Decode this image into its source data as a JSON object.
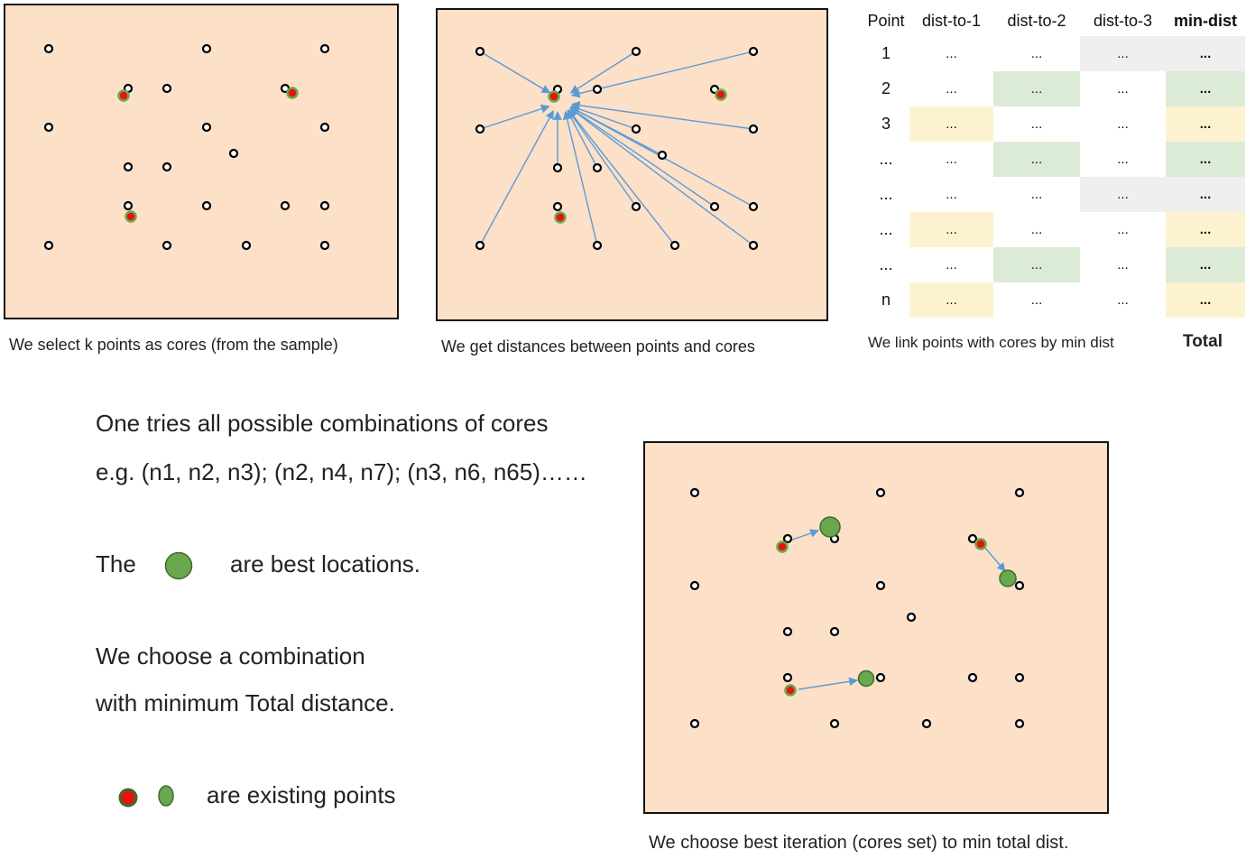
{
  "panels": {
    "panel1": {
      "caption": "We select k points as cores (from the sample)"
    },
    "panel2": {
      "caption": "We get distances between points and cores"
    },
    "panel4": {
      "caption": "We choose best iteration (cores set) to min total dist."
    }
  },
  "table": {
    "headers": [
      "Point",
      "dist-to-1",
      "dist-to-2",
      "dist-to-3",
      "min-dist"
    ],
    "rows": [
      {
        "label": "1",
        "cells": [
          "...",
          "...",
          "...",
          "..."
        ]
      },
      {
        "label": "2",
        "cells": [
          "...",
          "...",
          "...",
          "..."
        ]
      },
      {
        "label": "3",
        "cells": [
          "...",
          "...",
          "...",
          "..."
        ]
      },
      {
        "label": "...",
        "cells": [
          "...",
          "...",
          "...",
          "..."
        ]
      },
      {
        "label": "...",
        "cells": [
          "...",
          "...",
          "...",
          "..."
        ]
      },
      {
        "label": "...",
        "cells": [
          "...",
          "...",
          "...",
          "..."
        ]
      },
      {
        "label": "...",
        "cells": [
          "...",
          "...",
          "...",
          "..."
        ]
      },
      {
        "label": "n",
        "cells": [
          "...",
          "...",
          "...",
          "..."
        ]
      }
    ],
    "caption": "We link points with cores by min dist",
    "total_label": "Total"
  },
  "text": {
    "line1": "One tries all possible combinations of cores",
    "line2": "e.g. (n1, n2, n3); (n2, n4, n7); (n3, n6, n65)……",
    "the": "The",
    "best_locations": "are best locations.",
    "choose1": "We choose a combination",
    "choose2": "with minimum Total distance.",
    "existing": "are existing points"
  },
  "colors": {
    "panel_fill": "#fde0c8",
    "core_red": "#e8140c",
    "core_green": "#6aa84f",
    "arrow_blue": "#5b9bd5",
    "cell_yellow": "#fdf2d0",
    "cell_green": "#dcebd6",
    "cell_gray": "#efefef"
  }
}
